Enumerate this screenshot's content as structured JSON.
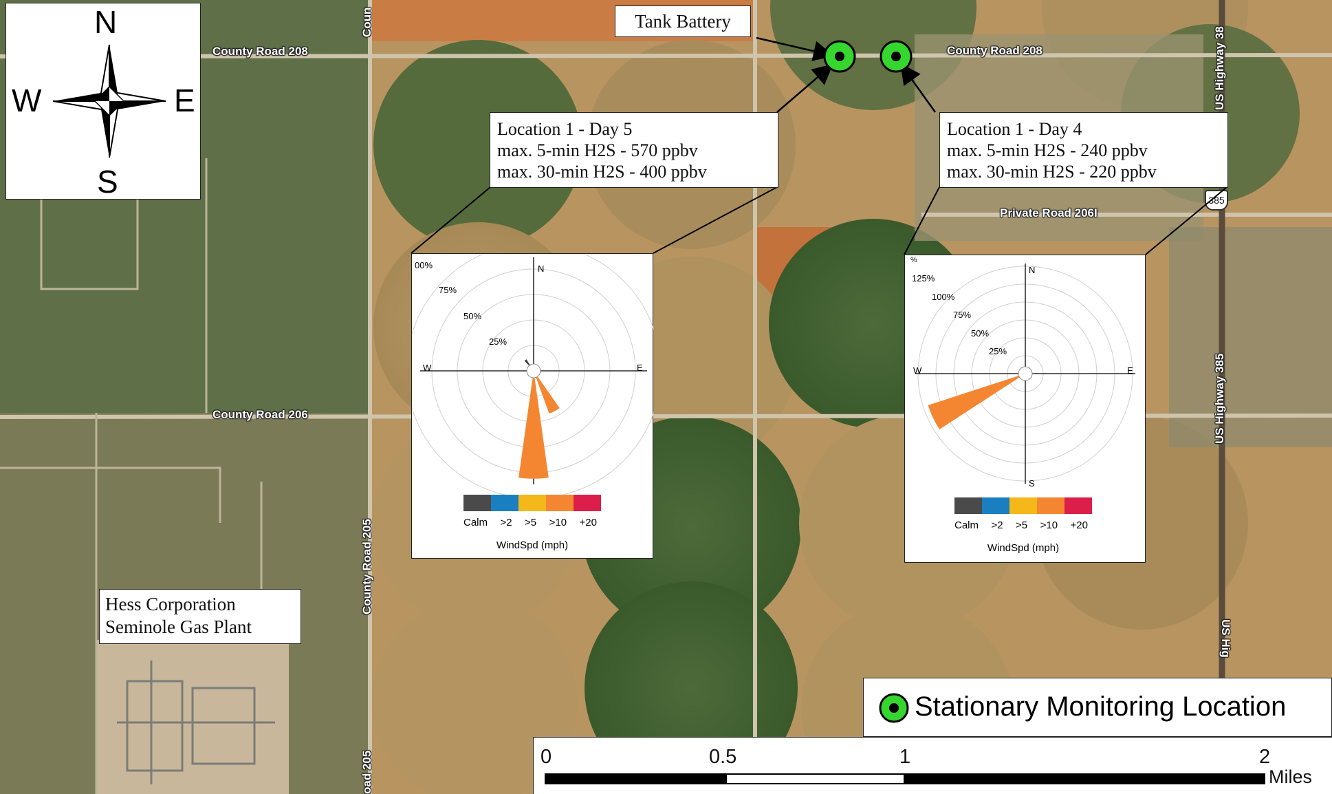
{
  "compass": {
    "n": "N",
    "s": "S",
    "e": "E",
    "w": "W"
  },
  "labels": {
    "tank_battery": "Tank Battery",
    "hess_line1": "Hess Corporation",
    "hess_line2": "Seminole Gas Plant"
  },
  "roads": {
    "cr208_left": "County Road 208",
    "cr208_right": "County Road 208",
    "cr206": "County Road 206",
    "cr205": "County Road 205",
    "cr205_bottom": "oad 205",
    "county_top": "Coun",
    "private_206i": "Private Road 206I",
    "us385_mid": "US Highway 385",
    "us385_top": "US Highway 38",
    "us385_bottom": "US Hig",
    "shield": "385"
  },
  "loc_day5": {
    "line1": "Location 1 - Day 5",
    "line2": "max. 5-min H2S - 570 ppbv",
    "line3": "max. 30-min H2S - 400 ppbv"
  },
  "loc_day4": {
    "line1": "Location 1 - Day 4",
    "line2": "max. 5-min H2S - 240 ppbv",
    "line3": "max. 30-min H2S - 220 ppbv"
  },
  "rose_day5": {
    "ring_labels": [
      "25%",
      "50%",
      "75%",
      "00%"
    ],
    "petals": [
      {
        "from_deg": 172,
        "to_deg": 188,
        "frac": 0.95,
        "color": "#f58631"
      },
      {
        "from_deg": 145,
        "to_deg": 160,
        "frac": 0.4,
        "color": "#f58631"
      },
      {
        "from_deg": 318,
        "to_deg": 328,
        "frac": 0.12,
        "color": "#3c3c3c"
      }
    ]
  },
  "rose_day4": {
    "ring_labels": [
      "25%",
      "50%",
      "75%",
      "100%",
      "125%",
      "%"
    ],
    "petals": [
      {
        "from_deg": 237,
        "to_deg": 252,
        "frac": 0.93,
        "color": "#f58631"
      }
    ]
  },
  "rose_common": {
    "dir_n": "N",
    "dir_s": "S",
    "dir_e": "E",
    "dir_w": "W",
    "legend": [
      "Calm",
      ">2",
      ">5",
      ">10",
      "+20"
    ],
    "legend_colors": [
      "#4a4a4a",
      "#1a7fc1",
      "#f4b81a",
      "#f58631",
      "#dc1e4b"
    ],
    "legend_title": "WindSpd (mph)"
  },
  "legend_box": {
    "label": "Stationary Monitoring Location",
    "marker_color": "#35d62d"
  },
  "scale": {
    "t0": "0",
    "t1": "0.5",
    "t2": "1",
    "t3": "2",
    "unit": "Miles"
  }
}
